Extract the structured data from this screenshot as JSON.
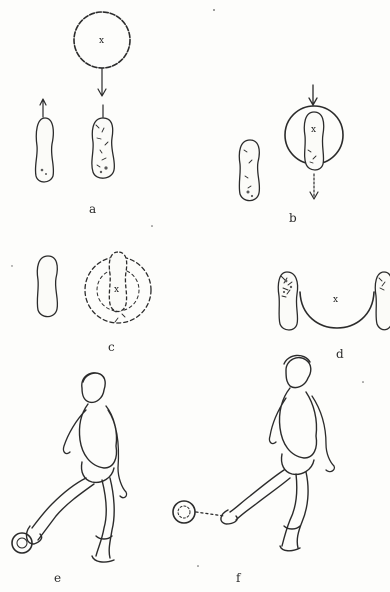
{
  "panels": {
    "a": {
      "label": "a",
      "ball_mark": "x"
    },
    "b": {
      "label": "b",
      "ball_mark": "x"
    },
    "c": {
      "label": "c",
      "ball_mark": "x"
    },
    "d": {
      "label": "d",
      "ball_mark": "x"
    },
    "e": {
      "label": "e"
    },
    "f": {
      "label": "f"
    }
  },
  "colors": {
    "ink": "#2b2b2b",
    "paper": "#fdfdfb"
  }
}
